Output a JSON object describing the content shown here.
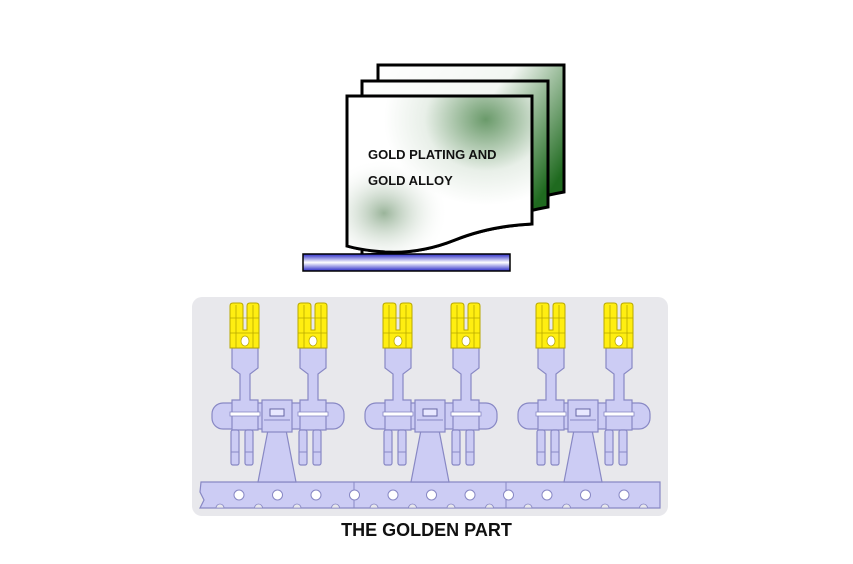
{
  "document": {
    "line1": "GOLD PLATING AND",
    "line2": "GOLD ALLOY"
  },
  "caption": "THE GOLDEN PART",
  "colors": {
    "gold": "#ffee11",
    "part_fill": "#ccccf4",
    "part_stroke": "#8888c4",
    "panel": "#e8e8ec",
    "doc_green": "#2e7a2e",
    "bar_blue": "#3a3ad8"
  }
}
